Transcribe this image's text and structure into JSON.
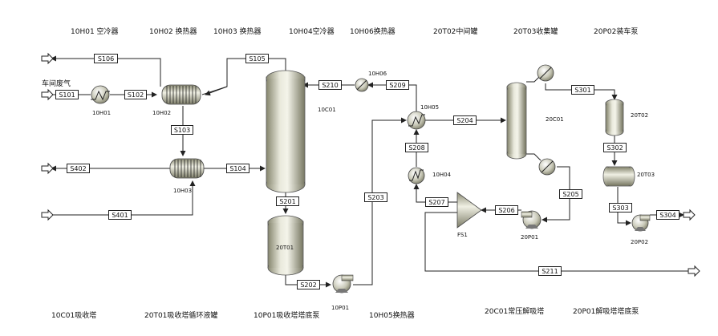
{
  "top_labels": [
    "10H01 空冷器",
    "10H02 换热器",
    "10H03 换热器",
    "10H04空冷器",
    "10H06换热器",
    "20T02中间罐",
    "20T03收集罐",
    "20P02装车泵"
  ],
  "bottom_labels": [
    "10C01吸收塔",
    "20T01吸收塔循环液罐",
    "10P01吸收塔塔底泵",
    "10H05换热器",
    "20C01常压解吸塔",
    "20P01解吸塔塔底泵"
  ],
  "inlet_label": "车间废气",
  "streams": {
    "S101": "S101",
    "S102": "S102",
    "S103": "S103",
    "S104": "S104",
    "S105": "S105",
    "S106": "S106",
    "S201": "S201",
    "S202": "S202",
    "S203": "S203",
    "S204": "S204",
    "S205": "S205",
    "S206": "S206",
    "S207": "S207",
    "S208": "S208",
    "S209": "S209",
    "S210": "S210",
    "S211": "S211",
    "S301": "S301",
    "S302": "S302",
    "S303": "S303",
    "S304": "S304",
    "S401": "S401",
    "S402": "S402"
  },
  "equipment": {
    "10H01": "10H01",
    "10H02": "10H02",
    "10H03": "10H03",
    "10H04": "10H04",
    "10H05": "10H05",
    "10H06": "10H06",
    "10C01": "10C01",
    "20T01": "20T01",
    "10P01": "10P01",
    "FS1": "FS1",
    "20C01": "20C01",
    "20P01": "20P01",
    "20T02": "20T02",
    "20T03": "20T03",
    "20P02": "20P02"
  }
}
